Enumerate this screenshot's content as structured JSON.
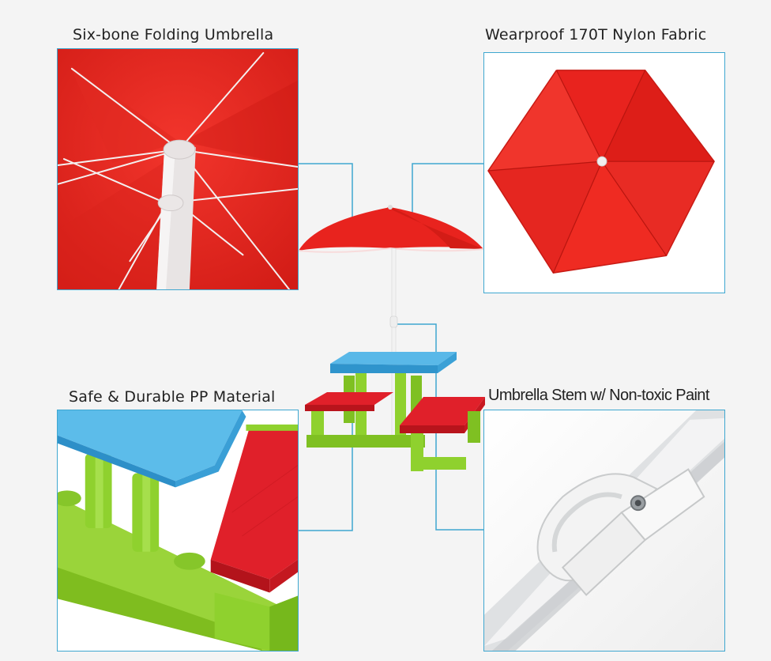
{
  "features": {
    "top_left": {
      "caption": "Six-bone Folding Umbrella"
    },
    "top_right": {
      "caption": "Wearproof 170T Nylon Fabric"
    },
    "bottom_left": {
      "caption": "Safe & Durable PP Material"
    },
    "bottom_right": {
      "caption": "Umbrella Stem w/ Non-toxic Paint"
    }
  },
  "colors": {
    "umbrella_red": "#e8231e",
    "table_blue": "#3fa9e0",
    "bench_red": "#e0202a",
    "frame_green": "#8fd12e",
    "accent_line": "#3fa7d0"
  }
}
